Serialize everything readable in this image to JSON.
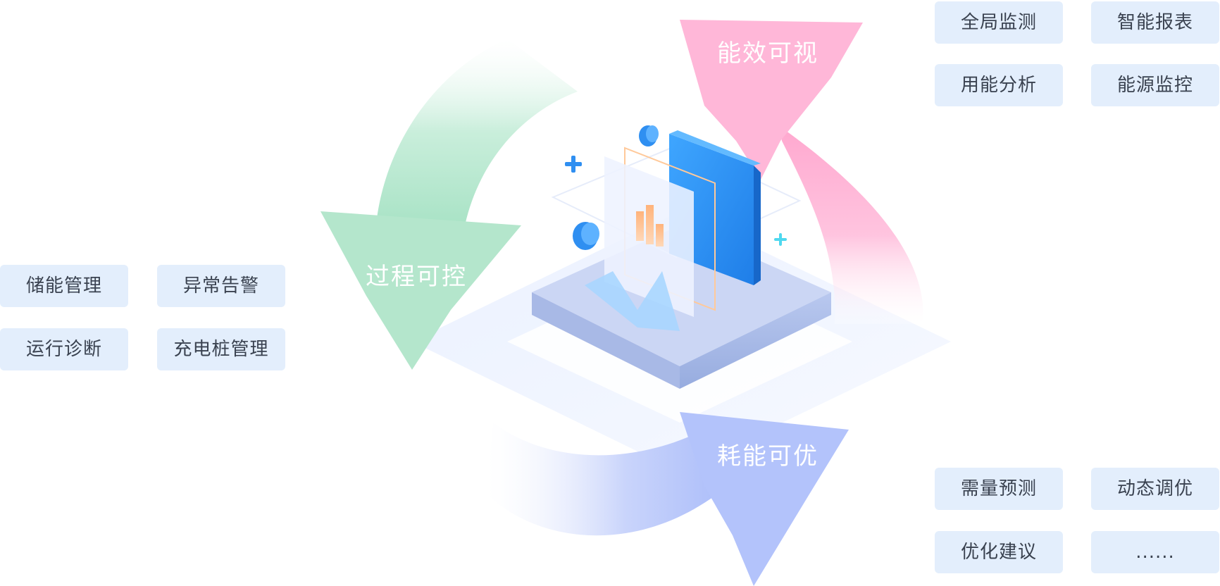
{
  "cycle": {
    "top_right": "能效可视",
    "left": "过程可控",
    "bottom": "耗能可优"
  },
  "groups": {
    "top_right": [
      "全局监测",
      "智能报表",
      "用能分析",
      "能源监控"
    ],
    "left": [
      "储能管理",
      "异常告警",
      "运行诊断",
      "充电桩管理"
    ],
    "bottom_right": [
      "需量预测",
      "动态调优",
      "优化建议",
      "......"
    ]
  },
  "colors": {
    "pink_arrow": "#ffb3d6",
    "green_arrow": "#a9e3c6",
    "blue_arrow": "#b3c3fb",
    "tag_bg": "#e3eefc",
    "tag_text": "#3a4250",
    "panel_blue": "#2f8ff1"
  },
  "icons": [
    "plus-icon",
    "bar-chart-icon",
    "cylinder-icon"
  ]
}
